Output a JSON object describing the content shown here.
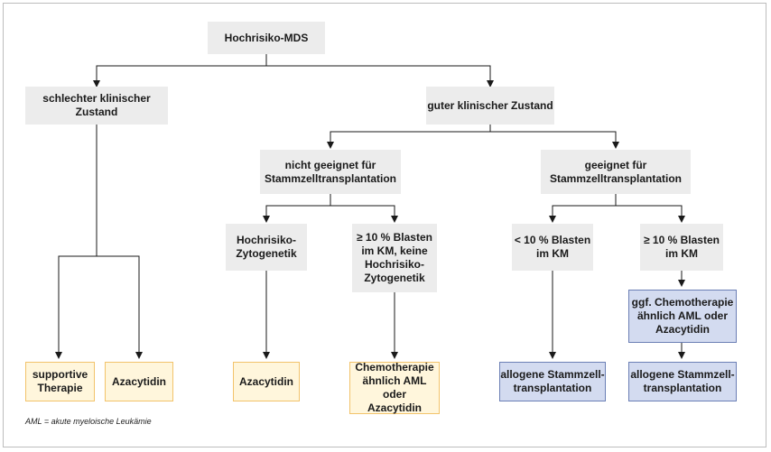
{
  "diagram": {
    "root": "Hochrisiko-MDS",
    "branch_bad": "schlechter klinischer Zustand",
    "branch_good": "guter klinischer Zustand",
    "not_eligible": "nicht geeignet für\nStammzelltransplantation",
    "eligible": "geeignet für\nStammzelltransplantation",
    "hr_cytogenetics": "Hochrisiko-\nZytogenetik",
    "blasts_ge10_no_hr": "≥ 10 % Blasten\nim KM, keine\nHochrisiko-\nZytogenetik",
    "blasts_lt10": "< 10 % Blasten\nim KM",
    "blasts_ge10": "≥ 10 % Blasten\nim KM",
    "chemo_optional": "ggf. Chemotherapie\nähnlich AML oder\nAzacytidin",
    "supportive": "supportive\nTherapie",
    "azacytidin_left": "Azacytidin",
    "azacytidin_mid": "Azacytidin",
    "chemo_aml": "Chemotherapie\nähnlich AML oder\nAzacytidin",
    "allo_1": "allogene Stammzell-\ntransplantation",
    "allo_2": "allogene Stammzell-\ntransplantation"
  },
  "footnote": "AML = akute myeloische Leukämie",
  "colors": {
    "gray_box": "#ececec",
    "yellow_fill": "#fff6dc",
    "yellow_border": "#f2c36b",
    "blue_fill": "#d3dbf0",
    "blue_border": "#6b7fb5"
  }
}
